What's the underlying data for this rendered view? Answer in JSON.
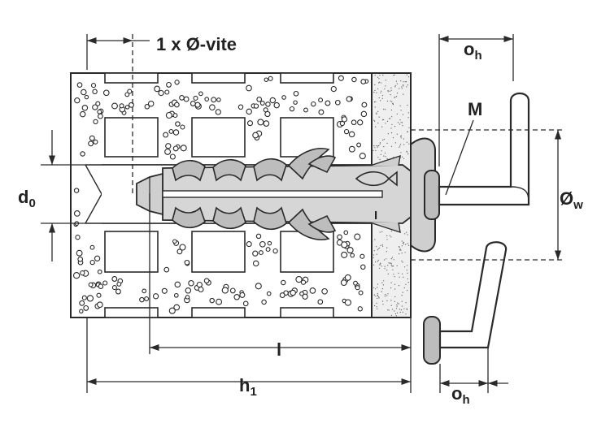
{
  "labels": {
    "screw_diameter": "1 x Ø-vite",
    "offset_top": "o",
    "offset_top_sub": "h",
    "offset_bottom": "o",
    "offset_bottom_sub": "h",
    "thread": "M",
    "washer_diameter": "Ø",
    "washer_diameter_sub": "w",
    "drill_diameter": "d",
    "drill_diameter_sub": "0",
    "anchor_length": "l",
    "hole_depth": "h",
    "hole_depth_sub": "1",
    "anchor_marking": "I"
  },
  "colors": {
    "line": "#2a2a2a",
    "anchor_fill": "#d6d6d6",
    "anchor_dark": "#9a9a9a",
    "wall_fill": "#ffffff",
    "plaster_fill": "#efefef"
  }
}
